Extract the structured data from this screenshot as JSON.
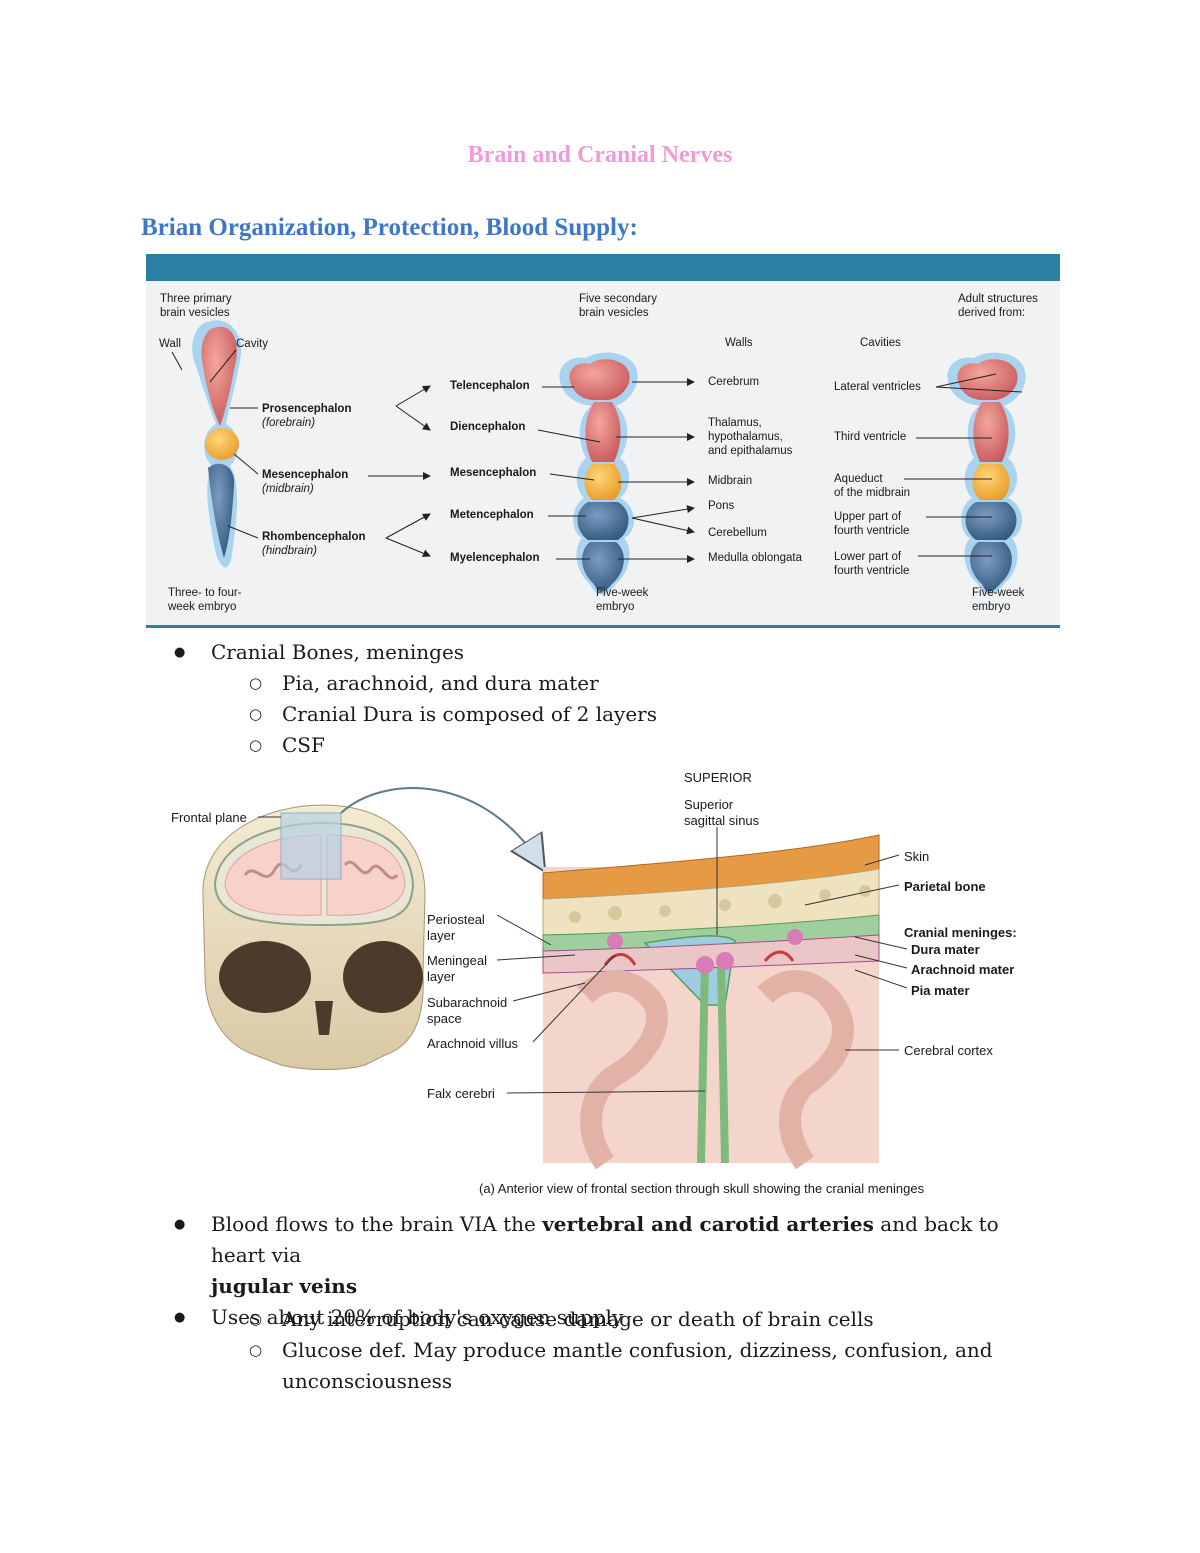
{
  "document": {
    "title": "Brain and Cranial Nerves",
    "section_heading": "Brian Organization, Protection, Blood Supply:"
  },
  "figure1": {
    "col_primary": "Three primary\nbrain vesicles",
    "col_secondary": "Five secondary\nbrain vesicles",
    "col_adult": "Adult structures\nderived from:",
    "label_wall": "Wall",
    "label_cavity": "Cavity",
    "header_walls": "Walls",
    "header_cavities": "Cavities",
    "primary": [
      {
        "name": "Prosencephalon",
        "sub": "(forebrain)"
      },
      {
        "name": "Mesencephalon",
        "sub": "(midbrain)"
      },
      {
        "name": "Rhombencephalon",
        "sub": "(hindbrain)"
      }
    ],
    "secondary": [
      "Telencephalon",
      "Diencephalon",
      "Mesencephalon",
      "Metencephalon",
      "Myelencephalon"
    ],
    "walls": [
      "Cerebrum",
      "Thalamus,\nhypothalamus,\nand epithalamus",
      "Midbrain",
      "Pons",
      "Cerebellum",
      "Medulla oblongata"
    ],
    "cavities": [
      "Lateral ventricles",
      "Third ventricle",
      "Aqueduct\nof the midbrain",
      "Upper part of\nfourth ventricle",
      "Lower part of\nfourth ventricle"
    ],
    "caption_left": "Three- to four-\nweek embryo",
    "caption_mid": "Five-week\nembryo",
    "caption_right": "Five-week\nembryo",
    "colors": {
      "header_bar": "#2b7fa3",
      "vesicle_fore": "#d9696a",
      "vesicle_mid": "#f2b23a",
      "vesicle_hind": "#3f6790",
      "outer_wall": "#a9d3ee"
    }
  },
  "bullets_a": {
    "item1": "Cranial Bones, meninges",
    "sub1": "Pia, arachnoid, and dura mater",
    "sub2": "Cranial Dura is composed of 2 layers",
    "sub3": "CSF"
  },
  "figure2": {
    "superior": "SUPERIOR",
    "sinus": "Superior\nsagittal sinus",
    "frontal_plane": "Frontal plane",
    "left_labels": [
      "Periosteal\nlayer",
      "Meningeal\nlayer",
      "Subarachnoid\nspace",
      "Arachnoid villus",
      "Falx cerebri"
    ],
    "skin": "Skin",
    "parietal_bone": "Parietal bone",
    "cranial_meninges": "Cranial meninges:",
    "dura": "Dura mater",
    "arachnoid": "Arachnoid mater",
    "pia": "Pia mater",
    "cortex": "Cerebral cortex",
    "caption": "(a) Anterior view of frontal section through skull showing the cranial meninges"
  },
  "bullets_b": {
    "item1_pre": "Blood flows to the brain VIA the ",
    "item1_bold1": "vertebral and carotid arteries",
    "item1_mid": " and back to heart via",
    "item1_bold2": "jugular veins",
    "item2": "Uses about 20% of body's oxygen supply",
    "sub1": "Any interruption can cause damage or death of brain cells",
    "sub2": "Glucose def. May produce mantle confusion, dizziness, confusion, and",
    "sub2_cont": "unconsciousness"
  }
}
